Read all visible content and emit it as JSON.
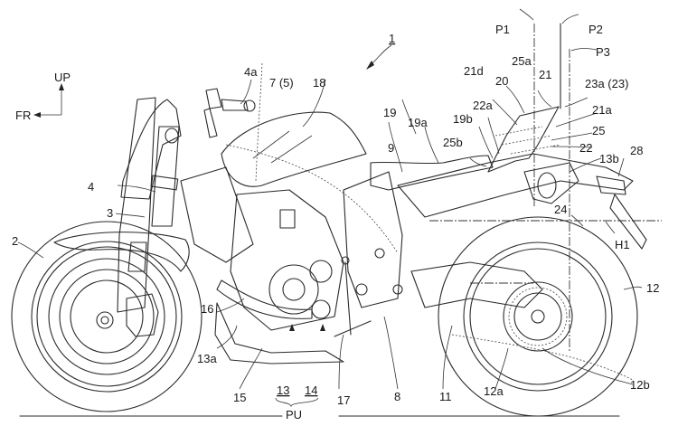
{
  "figure": {
    "title_ref": "1",
    "orientation": {
      "up_label": "UP",
      "front_label": "FR"
    },
    "group_label": "PU",
    "labels": {
      "l1": "1",
      "l2": "2",
      "l3": "3",
      "l4": "4",
      "l4a": "4a",
      "l7": "7 (5)",
      "l8": "8",
      "l9": "9",
      "l11": "11",
      "l12": "12",
      "l12a": "12a",
      "l12b": "12b",
      "l13": "13",
      "l13a": "13a",
      "l13b": "13b",
      "l14": "14",
      "l15": "15",
      "l16": "16",
      "l17": "17",
      "l18": "18",
      "l19": "19",
      "l19a": "19a",
      "l19b": "19b",
      "l20": "20",
      "l21": "21",
      "l21a": "21a",
      "l21d": "21d",
      "l22": "22",
      "l22a": "22a",
      "l23a": "23a (23)",
      "l24": "24",
      "l25": "25",
      "l25a": "25a",
      "l25b": "25b",
      "l28": "28",
      "lP1": "P1",
      "lP2": "P2",
      "lP3": "P3",
      "lH1": "H1"
    }
  }
}
